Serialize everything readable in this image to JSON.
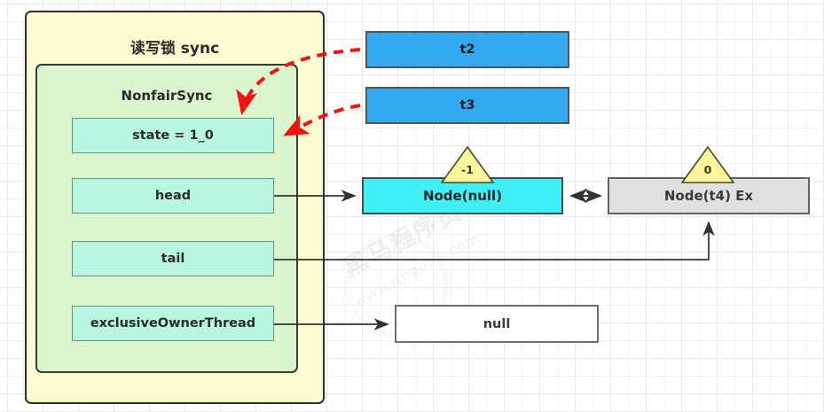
{
  "diagram": {
    "title": "读写锁 sync",
    "inner_title": "NonfairSync",
    "fields": [
      {
        "label": "state = 1_0"
      },
      {
        "label": "head"
      },
      {
        "label": "tail"
      },
      {
        "label": "exclusiveOwnerThread"
      }
    ],
    "threads": [
      {
        "label": "t2"
      },
      {
        "label": "t3"
      }
    ],
    "queue_nodes": [
      {
        "label": "Node(null)",
        "wait_status": "-1"
      },
      {
        "label": "Node(t4) Ex",
        "wait_status": "0"
      }
    ],
    "owner_value": "null",
    "watermark": {
      "brand": "黑马程序员",
      "url": "www.itheima.com"
    },
    "colors": {
      "outer_fill": "#fdfbcf",
      "inner_fill": "#d8f5cd",
      "field_fill": "#b8f5e2",
      "thread_fill": "#33a9ef",
      "node_head_fill": "#3ff0f7",
      "node_tail_fill": "#e0e0e0",
      "badge_fill": "#fbf59b",
      "arrow_highlight": "#f31212",
      "arrow_default": "#3a3a3a"
    }
  }
}
